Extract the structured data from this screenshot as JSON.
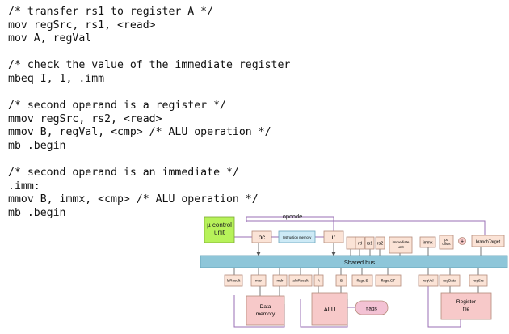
{
  "code_lines": [
    "/* transfer rs1 to register A */",
    "mov regSrc, rs1, <read>",
    "mov A, regVal",
    "",
    "/* check the value of the immediate register",
    "mbeq I, 1, .imm",
    "",
    "/* second operand is a register */",
    "mmov regSrc, rs2, <read>",
    "mmov B, regVal, <cmp> /* ALU operation */",
    "mb .begin",
    "",
    "/* second operand is an immediate */",
    ".imm:",
    "mmov B, immx, <cmp> /* ALU operation */",
    "mb .begin"
  ],
  "diagram": {
    "control_unit": "µ control\nunit",
    "opcode_label": "opcode",
    "pc": "pc",
    "instruction_memory": "Instruction memory",
    "ir": "ir",
    "small_regs": [
      "I",
      "rd",
      "rs1",
      "rs2"
    ],
    "immediate_unit": "immediate\nunit",
    "immx": "immx",
    "pc_offset": "pc\noffset",
    "adder": "+",
    "branch_target": "branchTarget",
    "shared_bus": "Shared bus",
    "bus_regs": [
      "ldResult",
      "mar",
      "mdr",
      "aluResult",
      "A",
      "B",
      "flags.E",
      "flags.GT",
      "regVal",
      "regData",
      "regSrc"
    ],
    "data_memory": "Data\nmemory",
    "alu": "ALU",
    "flags": "flags",
    "register_file": "Register\nfile",
    "colors": {
      "control_unit_fill": "#b7f25a",
      "bus_fill": "#8ec6d9",
      "reg_fill": "#fbe3d6",
      "unit_fill": "#f7c9c9",
      "imem_fill": "#cdeaf6",
      "wire": "#9a6fb5",
      "outline": "#b58b7a"
    }
  }
}
